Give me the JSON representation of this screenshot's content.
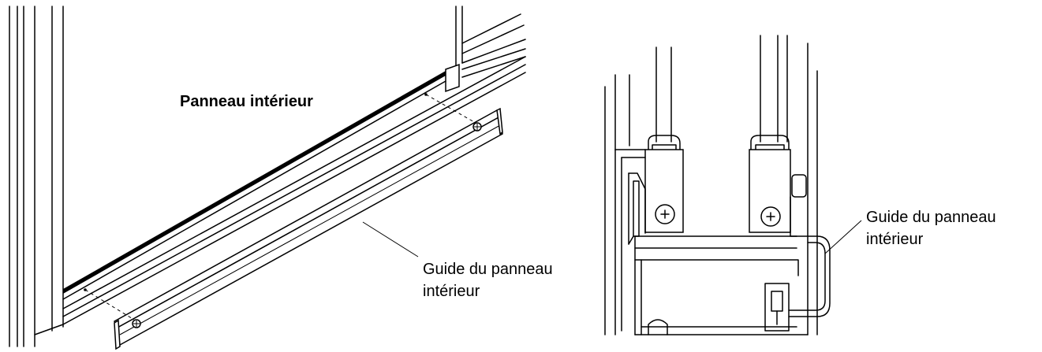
{
  "left_figure": {
    "label_inner_panel": "Panneau intérieur",
    "label_guide_line1": "Guide du panneau",
    "label_guide_line2": "intérieur"
  },
  "right_figure": {
    "label_guide_line1": "Guide du panneau",
    "label_guide_line2": "intérieur"
  }
}
